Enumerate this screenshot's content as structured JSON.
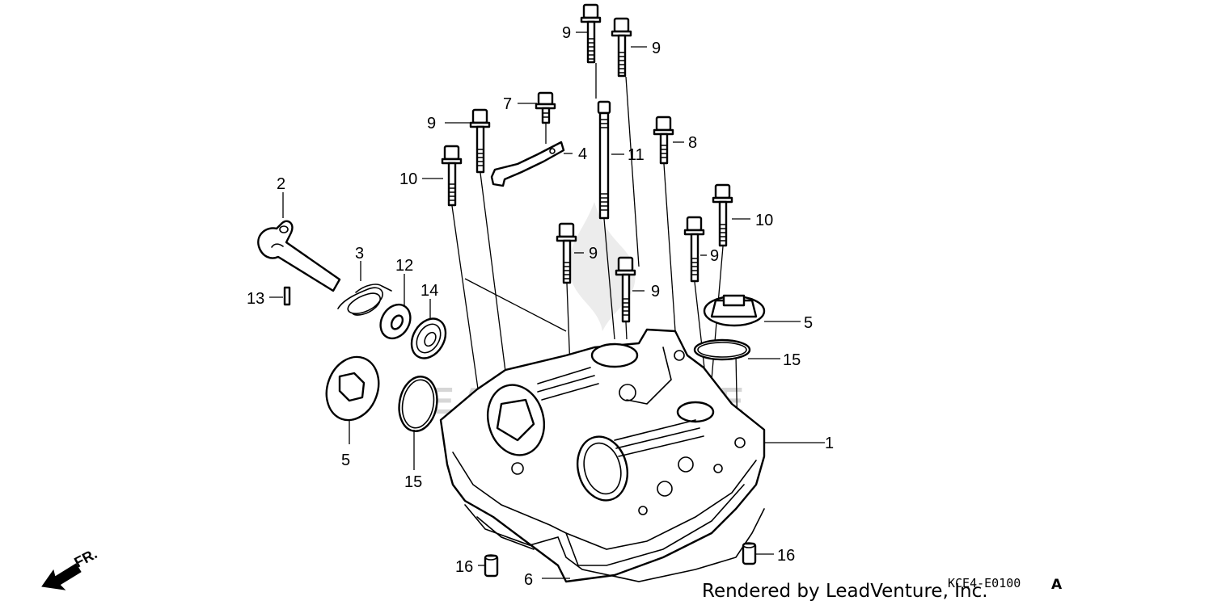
{
  "diagram": {
    "watermark": "LEADVENTURE",
    "front_indicator": "FR.",
    "credit": "Rendered by LeadVenture, Inc.",
    "diagram_code": "KCE4-E0100",
    "diagram_code_suffix": "A",
    "callouts": {
      "c1": "1",
      "c2": "2",
      "c3": "3",
      "c4": "4",
      "c5a": "5",
      "c5b": "5",
      "c6": "6",
      "c7": "7",
      "c8": "8",
      "c9a": "9",
      "c9b": "9",
      "c9c": "9",
      "c9d": "9",
      "c9e": "9",
      "c9f": "9",
      "c10a": "10",
      "c10b": "10",
      "c11": "11",
      "c12": "12",
      "c13": "13",
      "c14": "14",
      "c15a": "15",
      "c15b": "15",
      "c16a": "16",
      "c16b": "16"
    }
  }
}
